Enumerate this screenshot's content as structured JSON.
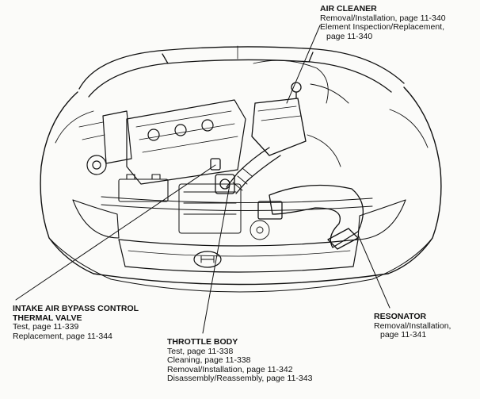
{
  "callouts": {
    "air_cleaner": {
      "title": "AIR CLEANER",
      "refs": [
        "Removal/Installation, page 11-340",
        "Element Inspection/Replacement,",
        "page 11-340"
      ]
    },
    "bypass_valve": {
      "title_line1": "INTAKE AIR BYPASS CONTROL",
      "title_line2": "THERMAL VALVE",
      "refs": [
        "Test, page 11-339",
        "Replacement, page 11-344"
      ]
    },
    "throttle_body": {
      "title": "THROTTLE BODY",
      "refs": [
        "Test, page 11-338",
        "Cleaning, page 11-338",
        "Removal/Installation, page 11-342",
        "Disassembly/Reassembly, page 11-343"
      ]
    },
    "resonator": {
      "title": "RESONATOR",
      "refs": [
        "Removal/Installation,",
        "page 11-341"
      ]
    }
  },
  "colors": {
    "ink": "#111111",
    "paper": "#fbfbf9"
  }
}
